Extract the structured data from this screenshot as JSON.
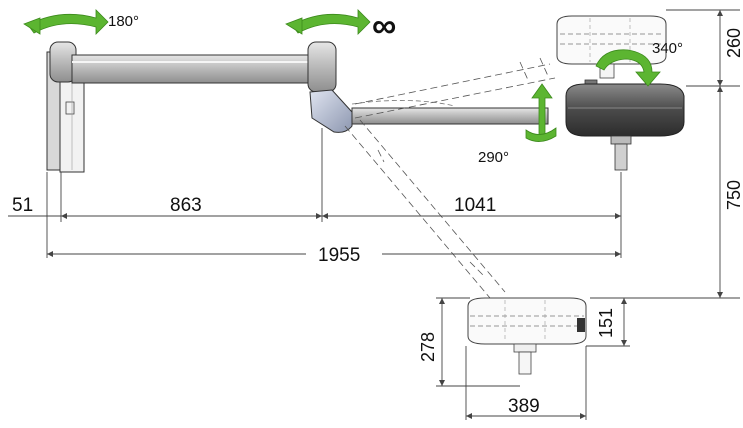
{
  "dimensions": {
    "d51": "51",
    "d863": "863",
    "d1041": "1041",
    "d1955": "1955",
    "d260": "260",
    "d750": "750",
    "d151": "151",
    "d278": "278",
    "d389": "389"
  },
  "rotations": {
    "wall_joint": "180°",
    "elbow_joint": "∞",
    "head_tilt": "340°",
    "arm_rotation": "290°"
  },
  "colors": {
    "arrow_green": "#5cb531",
    "arm_grey": "#b9b9b9",
    "lamp_dark": "#4a4a4a"
  }
}
